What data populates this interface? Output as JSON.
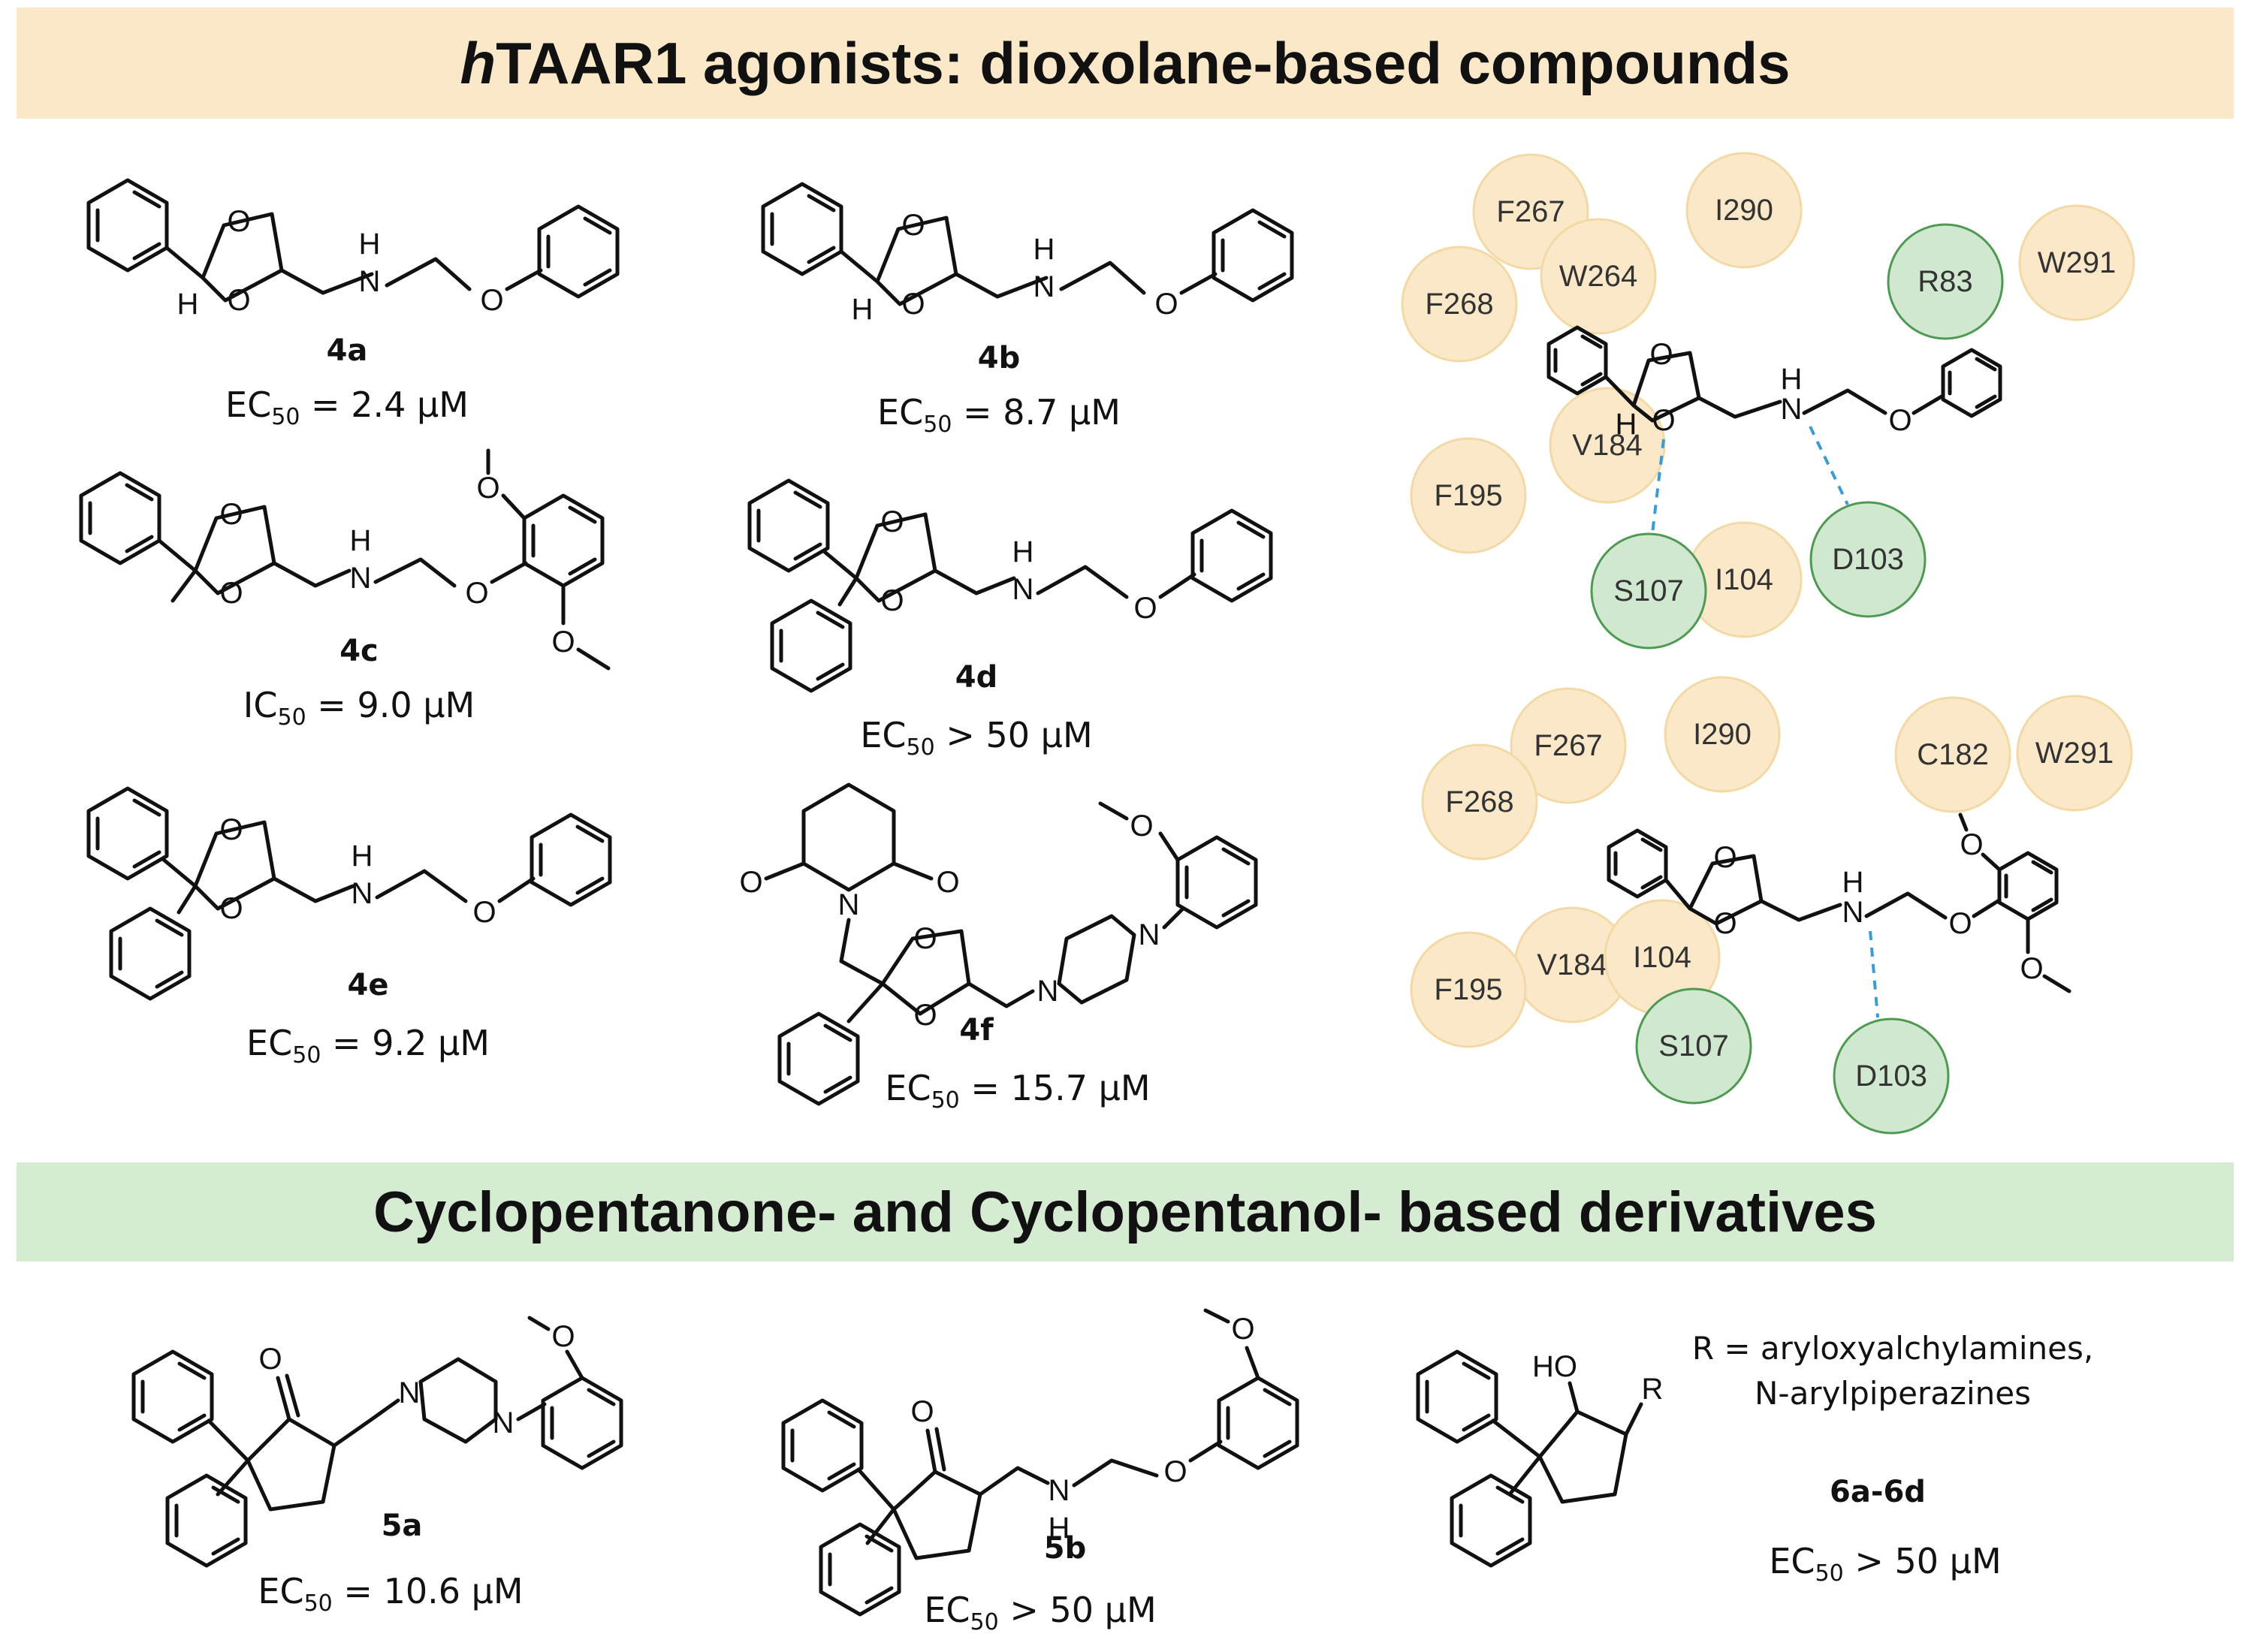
{
  "header": {
    "title_italic": "h",
    "title_rest": "TAAR1 agonists: dioxolane-based compounds"
  },
  "section2": {
    "title": "Cyclopentanone- and Cyclopentanol- based derivatives"
  },
  "compounds": [
    {
      "id": "4a",
      "act_prefix": "EC",
      "act_sub": "50",
      "act_suffix": " = 2.4 µM"
    },
    {
      "id": "4b",
      "act_prefix": "EC",
      "act_sub": "50",
      "act_suffix": " = 8.7 µM"
    },
    {
      "id": "4c",
      "act_prefix": "IC",
      "act_sub": "50",
      "act_suffix": " = 9.0 µM"
    },
    {
      "id": "4d",
      "act_prefix": "EC",
      "act_sub": "50",
      "act_suffix": " > 50 µM"
    },
    {
      "id": "4e",
      "act_prefix": "EC",
      "act_sub": "50",
      "act_suffix": " = 9.2 µM"
    },
    {
      "id": "4f",
      "act_prefix": "EC",
      "act_sub": "50",
      "act_suffix": " = 15.7 µM"
    },
    {
      "id": "5a",
      "act_prefix": "EC",
      "act_sub": "50",
      "act_suffix": " = 10.6 µM"
    },
    {
      "id": "5b",
      "act_prefix": "EC",
      "act_sub": "50",
      "act_suffix": " > 50 µM"
    },
    {
      "id": "6a-6d",
      "act_prefix": "EC",
      "act_sub": "50",
      "act_suffix": " > 50 µM"
    }
  ],
  "r_group_note": {
    "line1": "R = aryloxyalchylamines,",
    "line2": "N-arylpiperazines"
  },
  "atoms": {
    "O": "O",
    "H": "H",
    "N": "N",
    "NH": "H",
    "HO": "HO",
    "R": "R"
  },
  "pocket1": {
    "hydrophobic": [
      "F267",
      "I290",
      "W264",
      "W291",
      "F268",
      "V184",
      "F195",
      "I104"
    ],
    "polar": [
      "R83",
      "S107",
      "D103"
    ]
  },
  "pocket2": {
    "hydrophobic": [
      "F267",
      "I290",
      "C182",
      "W291",
      "F268",
      "V184",
      "I104",
      "F195"
    ],
    "polar": [
      "S107",
      "D103"
    ]
  },
  "colors": {
    "hydrophobic_fill": "#fbe8c8",
    "hydrophobic_stroke": "#f2d9a6",
    "polar_fill": "#cfe8cf",
    "polar_stroke": "#4f9a52",
    "hbond": "#3b9bd6"
  }
}
